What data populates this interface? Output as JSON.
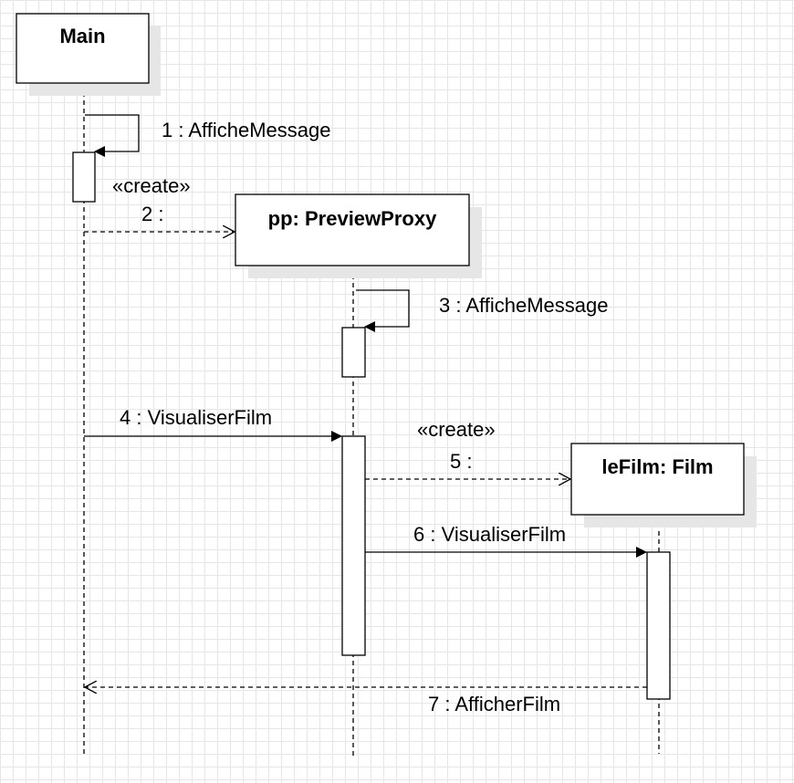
{
  "objects": [
    {
      "id": "main",
      "label": "Main"
    },
    {
      "id": "pp",
      "label": "pp: PreviewProxy"
    },
    {
      "id": "film",
      "label": "leFilm: Film"
    }
  ],
  "messages": [
    {
      "id": "m1",
      "label": "1 : AfficheMessage",
      "kind": "self"
    },
    {
      "id": "m2",
      "label": "2 :",
      "stereotype": "«create»",
      "kind": "create"
    },
    {
      "id": "m3",
      "label": "3 : AfficheMessage",
      "kind": "self"
    },
    {
      "id": "m4",
      "label": "4 : VisualiserFilm",
      "kind": "sync"
    },
    {
      "id": "m5",
      "label": "5 :",
      "stereotype": "«create»",
      "kind": "create"
    },
    {
      "id": "m6",
      "label": "6 : VisualiserFilm",
      "kind": "sync"
    },
    {
      "id": "m7",
      "label": "7 : AfficherFilm",
      "kind": "return"
    }
  ],
  "colors": {
    "grid": "#e6e6e6",
    "shadow": "#e6e6e6",
    "line": "#000000",
    "fill": "#ffffff"
  }
}
